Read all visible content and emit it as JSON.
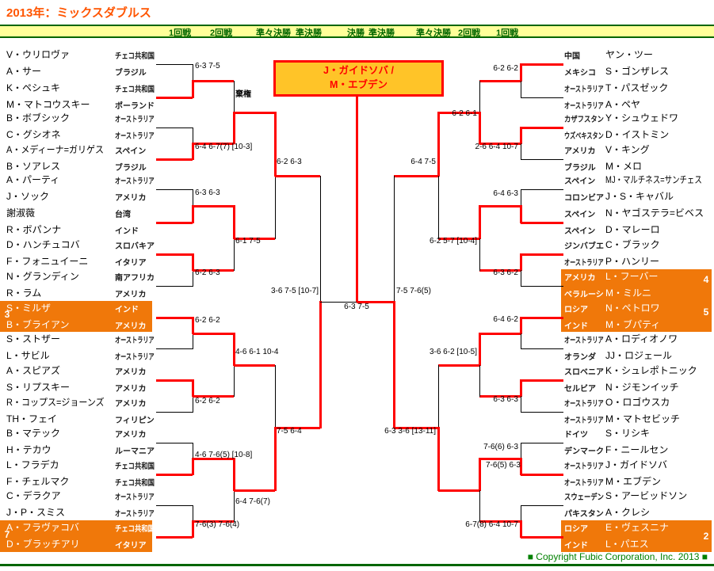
{
  "title": "2013年：ミックスダブルス",
  "round_labels": [
    "1回戦",
    "2回戦",
    "準々決勝",
    "準決勝",
    "決勝",
    "準決勝",
    "準々決勝",
    "2回戦",
    "1回戦"
  ],
  "winner_box": {
    "line1": "J・ガイドソバ /",
    "line2": "M・エブデン"
  },
  "footer": {
    "copyright": "■ Copyright Fubic Corporation, Inc. 2013 ■"
  },
  "colors": {
    "highlight_orange": "#F0780A",
    "winner_gold": "#FFC428",
    "line_red": "#FF0000",
    "header_yellow": "#FFFF99",
    "green": "#006600",
    "title_orange": "#FF5500"
  },
  "left": {
    "teams": [
      {
        "p1": "V・ウリロヴァ",
        "p2": "A・サー",
        "c1": "チェコ共和国",
        "c2": "ブラジル"
      },
      {
        "p1": "K・ペシュキ",
        "p2": "M・マトコウスキー",
        "c1": "チェコ共和国",
        "c2": "ポーランド"
      },
      {
        "p1": "B・ボブシック",
        "p2": "C・グシオネ",
        "c1": "オーストラリア",
        "c2": "オーストラリア"
      },
      {
        "p1": "A・メディーナ=ガリゲス",
        "p2": "B・ソアレス",
        "c1": "スペイン",
        "c2": "ブラジル"
      },
      {
        "p1": "A・パーティ",
        "p2": "J・ソック",
        "c1": "オーストラリア",
        "c2": "アメリカ"
      },
      {
        "p1": "謝淑薇",
        "p2": "R・ボパンナ",
        "c1": "台湾",
        "c2": "インド"
      },
      {
        "p1": "D・ハンチュコバ",
        "p2": "F・フォニュイーニ",
        "c1": "スロバキア",
        "c2": "イタリア"
      },
      {
        "p1": "N・グランディン",
        "p2": "R・ラム",
        "c1": "南アフリカ",
        "c2": "アメリカ"
      },
      {
        "p1": "S・ミルザ",
        "p2": "B・ブライアン",
        "c1": "インド",
        "c2": "アメリカ",
        "seed": "3",
        "highlight": true
      },
      {
        "p1": "S・ストザー",
        "p2": "L・サビル",
        "c1": "オーストラリア",
        "c2": "オーストラリア"
      },
      {
        "p1": "A・スピアズ",
        "p2": "S・リプスキー",
        "c1": "アメリカ",
        "c2": "アメリカ"
      },
      {
        "p1": "R・コップス=ジョーンズ",
        "p2": "TH・フェイ",
        "c1": "アメリカ",
        "c2": "フィリピン"
      },
      {
        "p1": "B・マテック",
        "p2": "H・テカウ",
        "c1": "アメリカ",
        "c2": "ルーマニア"
      },
      {
        "p1": "L・フラデカ",
        "p2": "F・チェルマク",
        "c1": "チェコ共和国",
        "c2": "チェコ共和国"
      },
      {
        "p1": "C・デラクア",
        "p2": "J・P・スミス",
        "c1": "オーストラリア",
        "c2": "オーストラリア"
      },
      {
        "p1": "A・フラヴァコバ",
        "p2": "D・ブラッチアリ",
        "c1": "チェコ共和国",
        "c2": "イタリア",
        "seed": "7",
        "highlight": true
      }
    ],
    "r1": [
      {
        "score": "6-3 7-5",
        "winner": "bottom"
      },
      {
        "score": "6-4 6-7(7) [10-3]",
        "winner": "bottom"
      },
      {
        "score": "6-3 6-3",
        "winner": "bottom"
      },
      {
        "score": "6-2 6-3",
        "winner": "top"
      },
      {
        "score": "6-2 6-2",
        "winner": "top"
      },
      {
        "score": "6-2 6-2",
        "winner": "top"
      },
      {
        "score": "4-6 7-6(5) [10-8]",
        "winner": "bottom"
      },
      {
        "score": "7-6(3) 7-6(4)",
        "winner": "bottom"
      }
    ],
    "r2": [
      {
        "score": "棄権",
        "winner": "bottom",
        "walkover": true
      },
      {
        "score": "6-1 7-5",
        "winner": "top"
      },
      {
        "score": "4-6 6-1 10-4",
        "winner": "top"
      },
      {
        "score": "6-4 7-6(7)",
        "winner": "top"
      }
    ],
    "qf": [
      {
        "score": "6-2 6-3",
        "winner": "top"
      },
      {
        "score": "7-5 6-4",
        "winner": "bottom"
      }
    ],
    "sf": {
      "score": "3-6 7-5 [10-7]",
      "winner": "bottom"
    }
  },
  "right": {
    "teams": [
      {
        "p1": "ヤン・ツー",
        "p2": "S・ゴンザレス",
        "c1": "中国",
        "c2": "メキシコ"
      },
      {
        "p1": "T・パスゼック",
        "p2": "A・ペヤ",
        "c1": "オーストラリア",
        "c2": "オーストラリア"
      },
      {
        "p1": "Y・シュウェドワ",
        "p2": "D・イストミン",
        "c1": "カザフスタン",
        "c2": "ウズベキスタン"
      },
      {
        "p1": "V・キング",
        "p2": "M・メロ",
        "c1": "アメリカ",
        "c2": "ブラジル"
      },
      {
        "p1": "MJ・マルチネス=サンチェス",
        "p2": "J・S・キャバル",
        "c1": "スペイン",
        "c2": "コロンビア"
      },
      {
        "p1": "N・ヤゴステラ=ビベス",
        "p2": "D・マレーロ",
        "c1": "スペイン",
        "c2": "スペイン"
      },
      {
        "p1": "C・ブラック",
        "p2": "P・ハンリー",
        "c1": "ジンバブエ",
        "c2": "オーストラリア"
      },
      {
        "p1": "L・フーバー",
        "p2": "M・ミルニ",
        "c1": "アメリカ",
        "c2": "ベラルーシ",
        "seed": "4",
        "highlight": true
      },
      {
        "p1": "N・ペトロワ",
        "p2": "M・ブパティ",
        "c1": "ロシア",
        "c2": "インド",
        "seed": "5",
        "highlight": true
      },
      {
        "p1": "A・ロディオノワ",
        "p2": "JJ・ロジェール",
        "c1": "オーストラリア",
        "c2": "オランダ"
      },
      {
        "p1": "K・シュレポトニック",
        "p2": "N・ジモンイッチ",
        "c1": "スロベニア",
        "c2": "セルビア"
      },
      {
        "p1": "O・ロゴウスカ",
        "p2": "M・マトセビッチ",
        "c1": "オーストラリア",
        "c2": "オーストラリア"
      },
      {
        "p1": "S・リシキ",
        "p2": "F・ニールセン",
        "c1": "ドイツ",
        "c2": "デンマーク"
      },
      {
        "p1": "J・ガイドソバ",
        "p2": "M・エブデン",
        "c1": "オーストラリア",
        "c2": "オーストラリア"
      },
      {
        "p1": "S・アービッドソン",
        "p2": "A・クレシ",
        "c1": "スウェーデン",
        "c2": "パキスタン"
      },
      {
        "p1": "E・ヴェスニナ",
        "p2": "L・パエス",
        "c1": "ロシア",
        "c2": "インド",
        "seed": "2",
        "highlight": true
      }
    ],
    "r1": [
      {
        "score": "6-2 6-2",
        "winner": "top"
      },
      {
        "score": "2-6 6-4 10-7",
        "winner": "top"
      },
      {
        "score": "6-4 6-3",
        "winner": "bottom"
      },
      {
        "score": "6-3 6-2",
        "winner": "top"
      },
      {
        "score": "6-4 6-2",
        "winner": "top"
      },
      {
        "score": "6-3 6-3",
        "winner": "top"
      },
      {
        "score": "7-6(6) 6-3",
        "winner": "bottom"
      },
      {
        "score": "6-7(8) 6-4 10-7",
        "winner": "bottom"
      }
    ],
    "r2": [
      {
        "score": "6-2 6-1",
        "winner": "bottom"
      },
      {
        "score": "6-2 5-7 [10-4]",
        "winner": "top"
      },
      {
        "score": "3-6 6-2 [10-5]",
        "winner": "top"
      },
      {
        "score": "7-6(5) 6-3",
        "winner": "top"
      }
    ],
    "qf": [
      {
        "score": "6-4 7-5",
        "winner": "top"
      },
      {
        "score": "6-3 3-6 [13-11]",
        "winner": "bottom"
      }
    ],
    "sf": {
      "score": "7-5 7-6(5)",
      "winner": "bottom"
    }
  },
  "final": {
    "score": "6-3 7-5",
    "winner": "right"
  }
}
